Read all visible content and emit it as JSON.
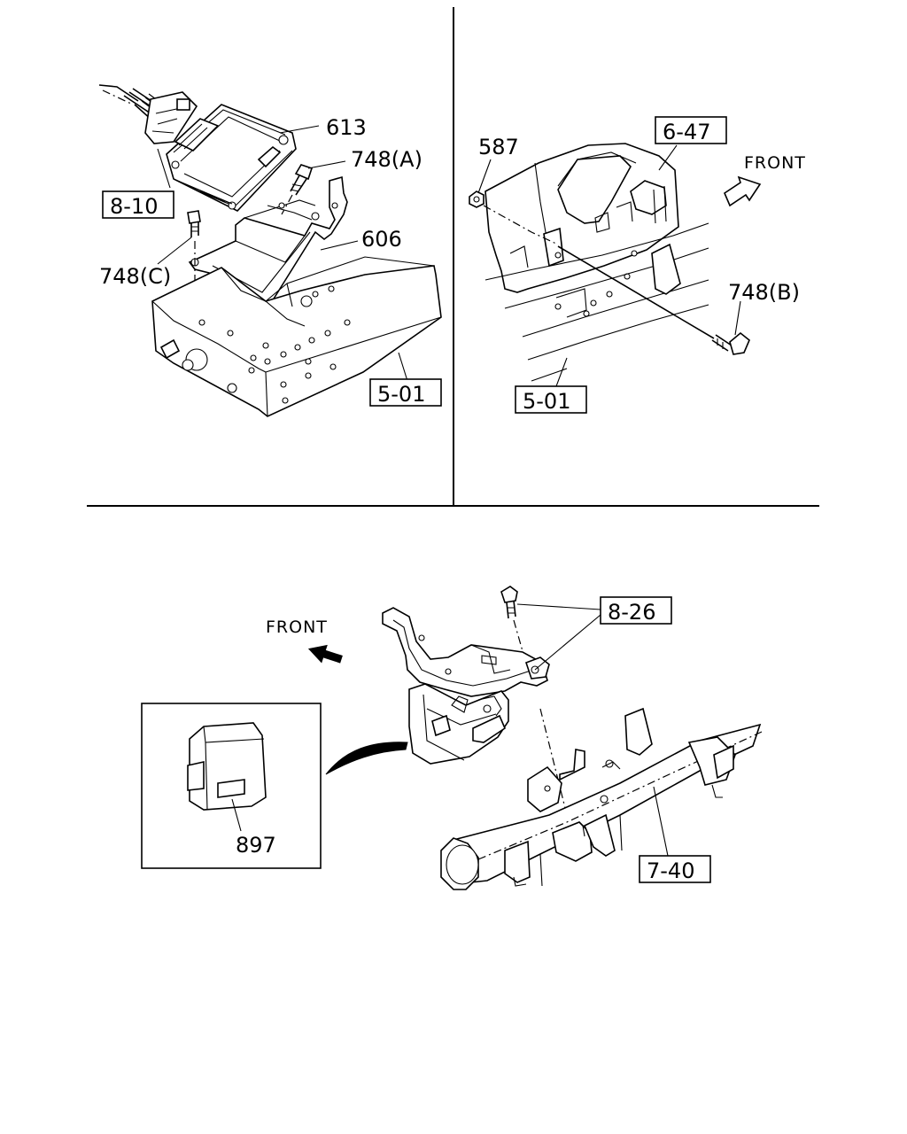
{
  "panels": {
    "top_left": {
      "callouts": {
        "ecu": "613",
        "bolt_a": "748(A)",
        "bracket": "606",
        "bolt_c": "748(C)"
      },
      "refs": {
        "harness": "8-10",
        "frame": "5-01"
      }
    },
    "top_right": {
      "callouts": {
        "nut": "587",
        "bolt_b": "748(B)"
      },
      "refs": {
        "cover": "6-47",
        "frame": "5-01"
      },
      "direction": "FRONT"
    },
    "bottom": {
      "callouts": {
        "module": "897"
      },
      "refs": {
        "bolts": "8-26",
        "crossmember": "7-40"
      },
      "direction": "FRONT"
    }
  }
}
